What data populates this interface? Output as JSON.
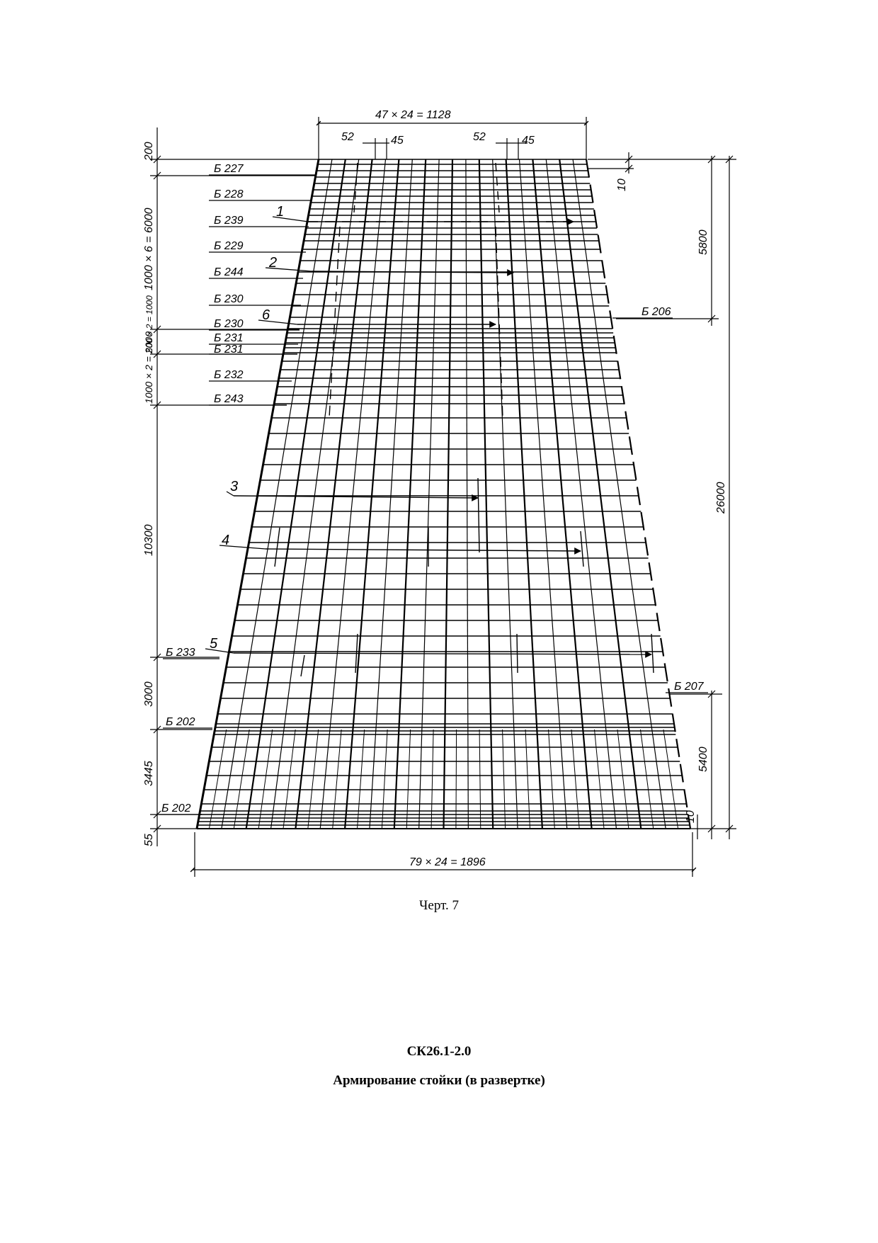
{
  "drawing": {
    "dim_top": "47 × 24 = 1128",
    "dim_top_left_a": "52",
    "dim_top_left_b": "45",
    "dim_top_right_a": "52",
    "dim_top_right_b": "45",
    "dim_bottom": "79 × 24 = 1896",
    "left_dims": {
      "d200": "200",
      "d6000": "1000 × 6 = 6000",
      "d1000": "500 × 2 = 1000",
      "d2000": "1000 × 2 = 2000",
      "d10300": "10300",
      "d3000": "3000",
      "d3445": "3445",
      "d55": "55"
    },
    "right_dims": {
      "r10_top": "10",
      "r5800": "5800",
      "r26000": "26000",
      "r5400": "5400",
      "r10_bottom": "10"
    },
    "ring_labels": {
      "b227": "Б 227",
      "b228": "Б 228",
      "b239": "Б 239",
      "b229": "Б 229",
      "b244": "Б 244",
      "b230a": "Б 230",
      "b230b": "Б 230",
      "b231a": "Б 231",
      "b231b": "Б 231",
      "b232": "Б 232",
      "b243": "Б 243",
      "b233": "Б 233",
      "b202a": "Б 202",
      "b202b": "Б 202",
      "b206": "Б 206",
      "b207": "Б 207"
    },
    "bar_numbers": {
      "n1": "1",
      "n2": "2",
      "n3": "3",
      "n4": "4",
      "n5": "5",
      "n6": "6"
    }
  },
  "caption": "Черт. 7",
  "document": {
    "code": "СК26.1-2.0",
    "title": "Армирование стойки (в развертке)"
  }
}
